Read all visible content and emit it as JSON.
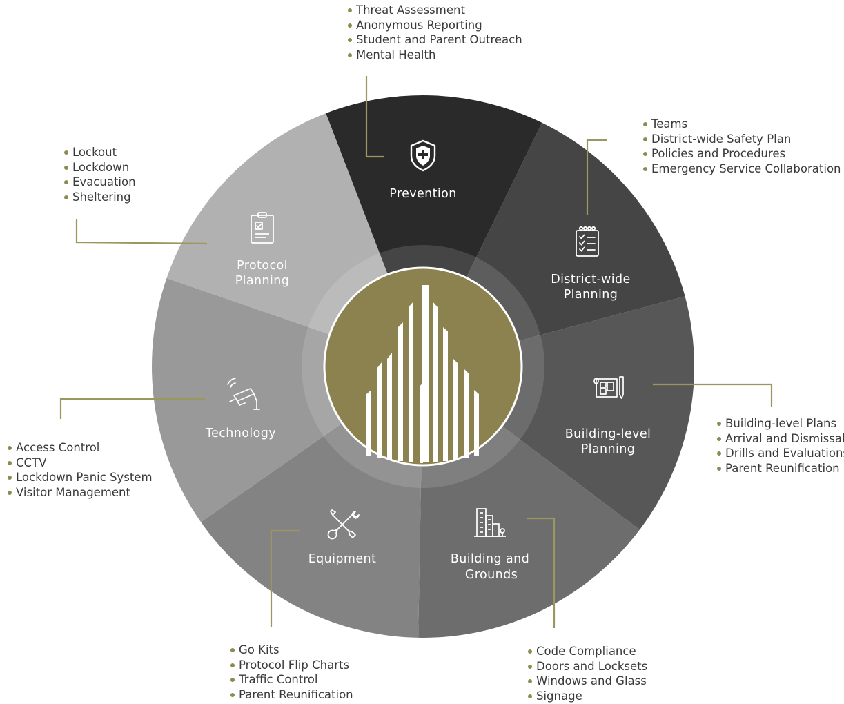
{
  "colors": {
    "accent": "#8e8a52",
    "leader_line": "#9c9760",
    "center_olive": "#8c8250",
    "segments": {
      "prevention": "#2a2a2a",
      "district": "#454545",
      "building_level": "#575757",
      "building_grounds": "#6d6d6d",
      "equipment": "#838383",
      "technology": "#999999",
      "protocol": "#b1b1b1"
    }
  },
  "segments": {
    "prevention": {
      "label": "Prevention",
      "icon": "shield-plus-icon"
    },
    "district": {
      "label_line1": "District-wide",
      "label_line2": "Planning",
      "icon": "checklist-notepad-icon"
    },
    "building_level": {
      "label_line1": "Building-level",
      "label_line2": "Planning",
      "icon": "blueprint-icon"
    },
    "building_grounds": {
      "label_line1": "Building and",
      "label_line2": "Grounds",
      "icon": "buildings-icon"
    },
    "equipment": {
      "label": "Equipment",
      "icon": "tools-icon"
    },
    "technology": {
      "label": "Technology",
      "icon": "security-camera-icon"
    },
    "protocol": {
      "label_line1": "Protocol",
      "label_line2": "Planning",
      "icon": "clipboard-icon"
    }
  },
  "center": {
    "icon": "skyline-logo-icon"
  },
  "callouts": {
    "prevention": [
      "Threat Assessment",
      "Anonymous Reporting",
      "Student and Parent Outreach",
      "Mental Health"
    ],
    "district": [
      "Teams",
      "District-wide Safety Plan",
      "Policies and Procedures",
      "Emergency Service Collaboration"
    ],
    "building_level": [
      "Building-level Plans",
      "Arrival and Dismissal",
      "Drills and Evaluations",
      "Parent Reunification"
    ],
    "building_grounds": [
      "Code Compliance",
      "Doors and Locksets",
      "Windows and Glass",
      "Signage"
    ],
    "equipment": [
      "Go Kits",
      "Protocol Flip Charts",
      "Traffic Control",
      "Parent Reunification"
    ],
    "technology": [
      "Access Control",
      "CCTV",
      "Lockdown Panic System",
      "Visitor Management"
    ],
    "protocol": [
      "Lockout",
      "Lockdown",
      "Evacuation",
      "Sheltering"
    ]
  }
}
